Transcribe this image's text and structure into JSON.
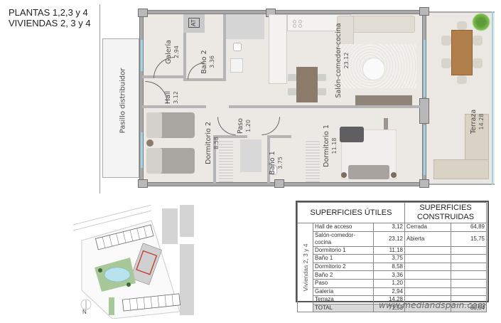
{
  "header": {
    "line1": "PLANTAS 1,2,3 y 4",
    "line2": "VIVIENDAS 2, 3 y 4"
  },
  "plan": {
    "corridor_label": "Pasillo distribuidor",
    "rooms": [
      {
        "id": "galeria",
        "name": "Galería",
        "area": "2.94"
      },
      {
        "id": "bano2",
        "name": "Baño 2",
        "area": "3.36"
      },
      {
        "id": "hall",
        "name": "Hall",
        "area": "3.12"
      },
      {
        "id": "salon",
        "name": "Salón-comedor-cocina",
        "area": "23.12"
      },
      {
        "id": "terraza",
        "name": "Terraza",
        "area": "14.28"
      },
      {
        "id": "dormitorio2",
        "name": "Dormitorio 2",
        "area": "8.58"
      },
      {
        "id": "paso",
        "name": "Paso",
        "area": "1.20"
      },
      {
        "id": "bano1",
        "name": "Baño 1",
        "area": "3.75"
      },
      {
        "id": "dormitorio1",
        "name": "Dormitorio 1",
        "area": "11.18"
      }
    ],
    "at_label": "AT"
  },
  "site_plan": {
    "north_label": "N",
    "highlight_color": "#c0392b"
  },
  "table": {
    "header_utiles": "SUPERFICIES ÚTILES",
    "header_construidas": "SUPERFICIES CONSTRUIDAS",
    "side_label": "Viviendas 2, 3 y 4",
    "rows": [
      {
        "label": "Hall de acceso",
        "value": "3,12",
        "c_label": "Cerrada",
        "c_value": "64,89"
      },
      {
        "label": "Salón-comedor-cocina",
        "value": "23,12",
        "c_label": "Abierta",
        "c_value": "15,75"
      },
      {
        "label": "Dormitorio 1",
        "value": "11,18",
        "c_label": "",
        "c_value": ""
      },
      {
        "label": "Baño 1",
        "value": "3,75",
        "c_label": "",
        "c_value": ""
      },
      {
        "label": "Dormitorio 2",
        "value": "8,58",
        "c_label": "",
        "c_value": ""
      },
      {
        "label": "Baño 2",
        "value": "3,36",
        "c_label": "",
        "c_value": ""
      },
      {
        "label": "Paso",
        "value": "1,20",
        "c_label": "",
        "c_value": ""
      },
      {
        "label": "Galería",
        "value": "2,94",
        "c_label": "",
        "c_value": ""
      },
      {
        "label": "Terraza",
        "value": "14,28",
        "c_label": "",
        "c_value": ""
      }
    ],
    "total": {
      "label": "TOTAL",
      "value": "71,53",
      "c_label": "",
      "c_value": "80,64"
    }
  },
  "watermark": "www.medlandspain.com"
}
